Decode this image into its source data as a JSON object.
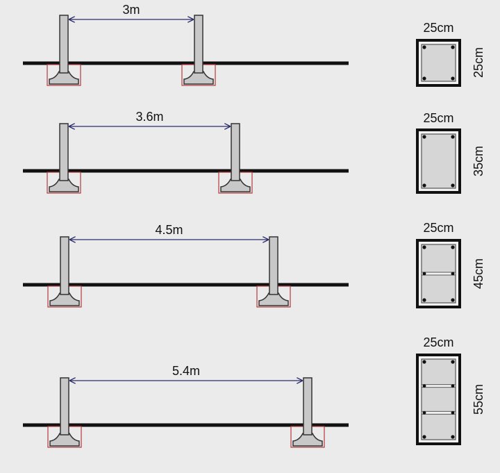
{
  "rows": [
    {
      "span_label": "3m",
      "width_label": "25cm",
      "depth_label": "25cm",
      "stirrup_bars": 0
    },
    {
      "span_label": "3.6m",
      "width_label": "25cm",
      "depth_label": "35cm",
      "stirrup_bars": 0
    },
    {
      "span_label": "4.5m",
      "width_label": "25cm",
      "depth_label": "45cm",
      "stirrup_bars": 1
    },
    {
      "span_label": "5.4m",
      "width_label": "25cm",
      "depth_label": "55cm",
      "stirrup_bars": 2
    }
  ],
  "colors": {
    "background": "#ebebeb",
    "ground": "#111111",
    "column_fill": "#c8c8c8",
    "column_stroke": "#333333",
    "pit_stroke": "#b33a3a",
    "dimension_arrow": "#2b2b6b",
    "section_stroke": "#111111",
    "section_fill": "#d6d6d6"
  }
}
